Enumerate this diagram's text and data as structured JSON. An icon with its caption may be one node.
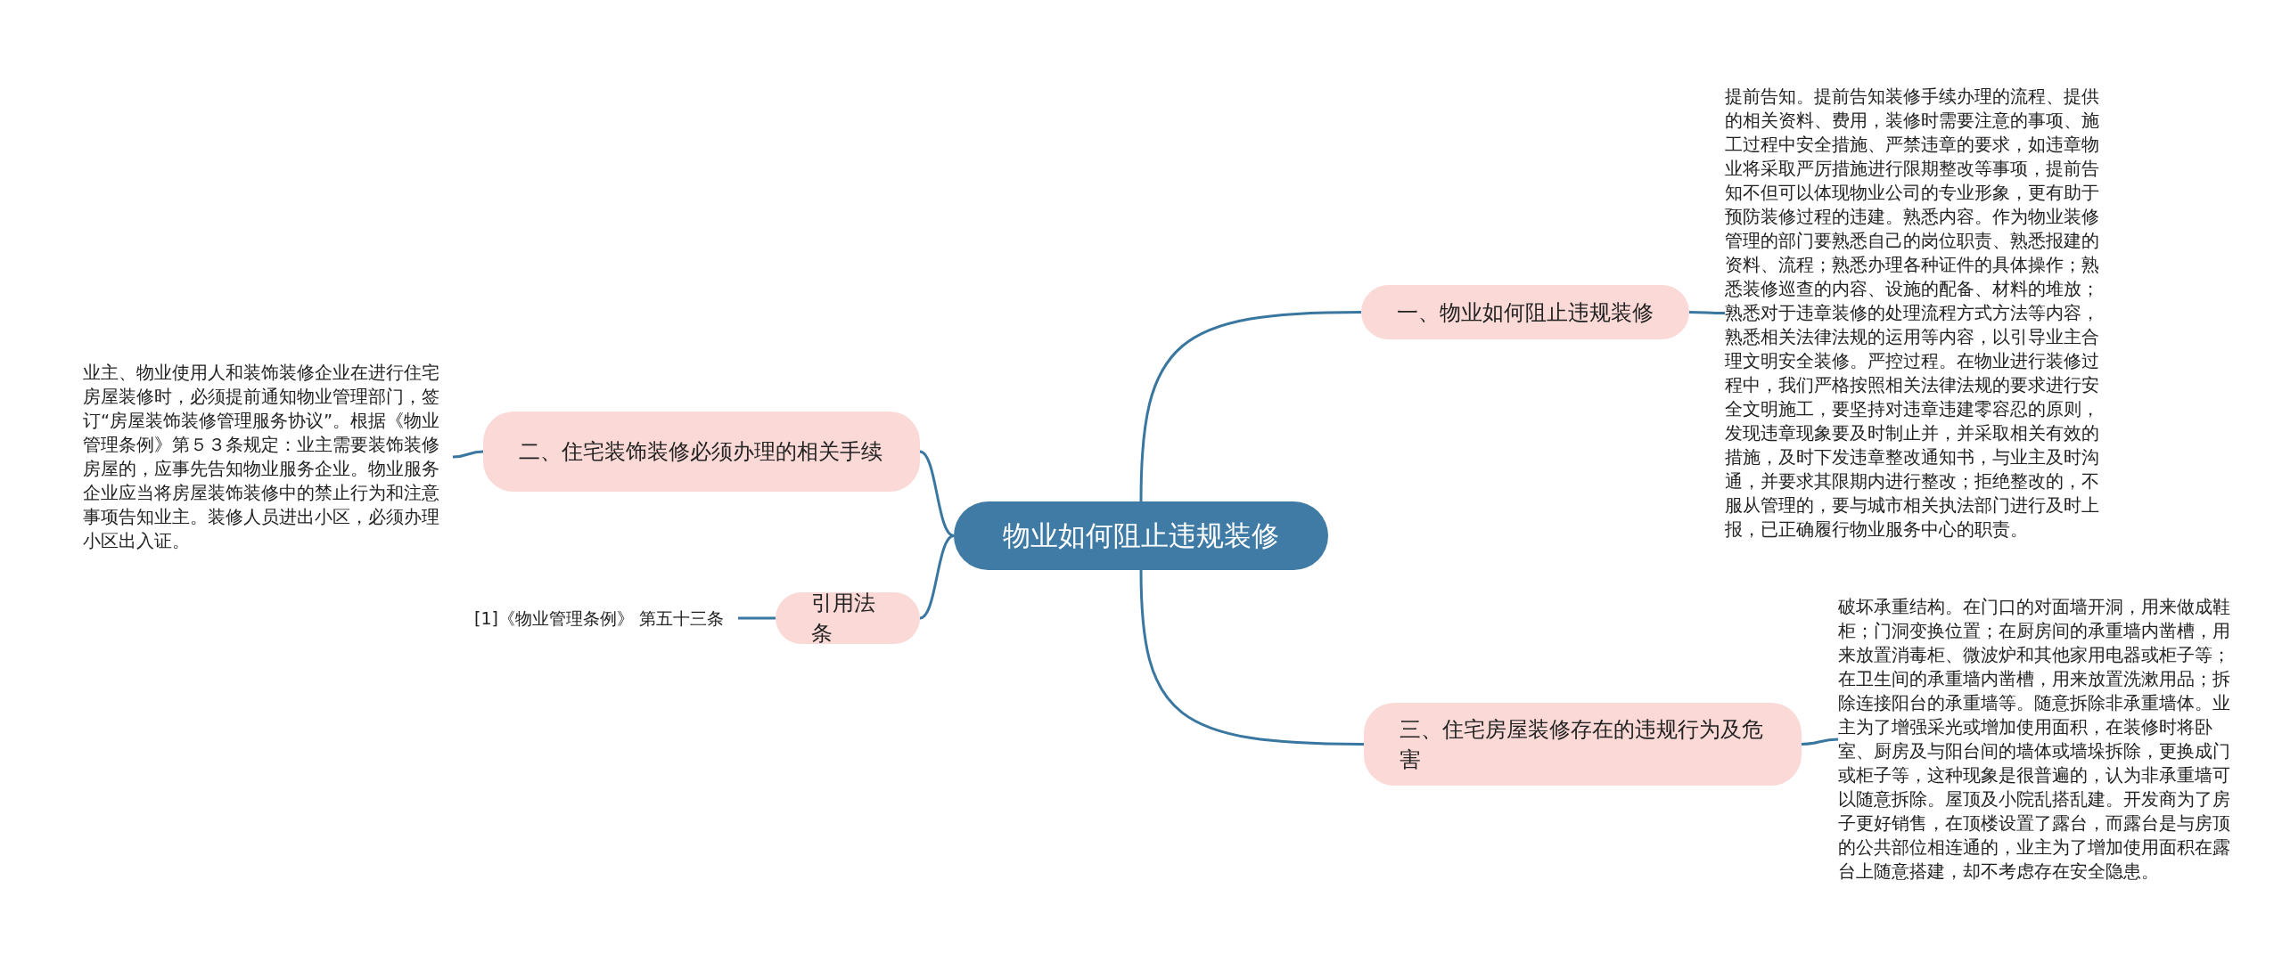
{
  "diagram": {
    "nodes": [
      {
        "text": [
          "物业如何阻止违规装修"
        ]
      },
      {
        "text": [
          "一、物业如何阻止违规装修"
        ]
      },
      {
        "text": [
          "提前告知。提前告知装修手续办理的流程、提供的相关资料、费用，装修时需要注意的事项、施工过程中安全措施、严禁违章的要求，如违章物业将采取严厉措施进行限期整改等事项，提前告知不但可以体现物业公司的专业形象，更有助于预防装修过程的违建。熟悉内容。作为物业装修管理的部门要熟悉自己的岗位职责、熟悉报建的资料、流程；熟悉办理各种证件的具体操作；熟悉装修巡查的内容、设施的配备、材料的堆放；熟悉对于违章装修的处理流程方式方法等内容，熟悉相关法律法规的运用等内容，以引导业主合理文明安全装修。严控过程。在物业进行装修过程中，我们严格按照相关法律法规的要求进行安全文明施工，要坚持对违章违建零容忍的原则，发现违章现象要及时制止并，并采取相关有效的措施，及时下发违章整改通知书，与业主及时沟通，并要求其限期内进行整改；拒绝整改的，不服从管理的，要与城市相关执法部门进行及时上报，已正确履行物业服务中心的职责。"
        ]
      },
      {
        "text": [
          "二、住宅装饰装修必须办理的相关手续"
        ]
      },
      {
        "text": [
          "业主、物业使用人和装饰装修企业在进行住宅房屋装修时，必须提前通知物业管理部门，签订“房屋装饰装修管理服务协议”。根据《物业管理条例》第５３条规定：业主需要装饰装修房屋的，应事先告知物业服务企业。物业服务企业应当将房屋装饰装修中的禁止行为和注意事项告知业主。装修人员进出小区，必须办理小区出入证。"
        ]
      },
      {
        "text": [
          "引用法条"
        ]
      },
      {
        "text": [
          "[1]《物业管理条例》 第五十三条"
        ]
      },
      {
        "text": [
          "三、住宅房屋装修存在的违规行为及危害"
        ]
      },
      {
        "text": [
          "破坏承重结构。在门口的对面墙开洞，用来做成鞋柜；门洞变换位置；在厨房间的承重墙内凿槽，用来放置消毒柜、微波炉和其他家用电器或柜子等；在卫生间的承重墙内凿槽，用来放置洗漱用品；拆除连接阳台的承重墙等。随意拆除非承重墙体。业主为了增强采光或增加使用面积，在装修时将卧室、厨房及与阳台间的墙体或墙垛拆除，更换成门或柜子等，这种现象是很普遍的，认为非承重墙可以随意拆除。屋顶及小院乱搭乱建。开发商为了房子更好销售，在顶楼设置了露台，而露台是与房顶的公共部位相连通的，业主为了增加使用面积在露台上随意搭建，却不考虑存在安全隐患。"
        ]
      }
    ],
    "edges": [
      {
        "from": 0,
        "to": 1,
        "arrow": "none"
      },
      {
        "from": 1,
        "to": 2,
        "arrow": "none"
      },
      {
        "from": 0,
        "to": 3,
        "arrow": "none"
      },
      {
        "from": 3,
        "to": 4,
        "arrow": "none"
      },
      {
        "from": 0,
        "to": 5,
        "arrow": "none"
      },
      {
        "from": 5,
        "to": 6,
        "arrow": "none"
      },
      {
        "from": 0,
        "to": 7,
        "arrow": "none"
      },
      {
        "from": 7,
        "to": 8,
        "arrow": "none"
      }
    ]
  }
}
